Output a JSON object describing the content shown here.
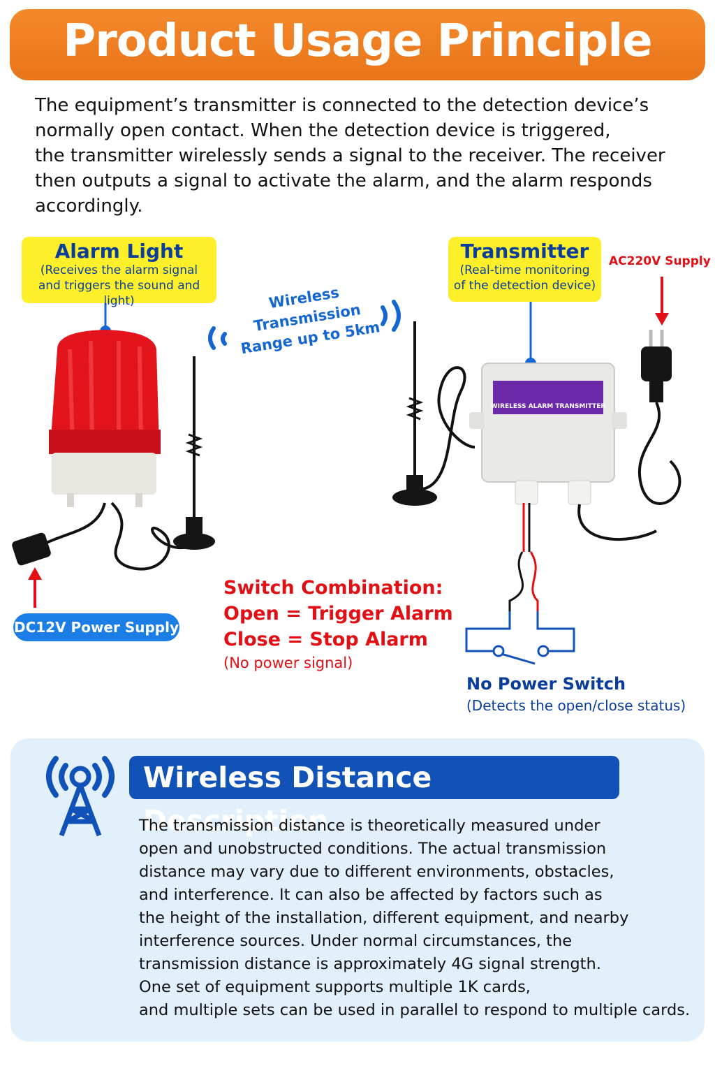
{
  "header": {
    "title": "Product Usage Principle"
  },
  "intro": {
    "lines": [
      "The equipment’s transmitter is connected to the detection device’s",
      "normally open contact. When the detection device is triggered,",
      "the transmitter wirelessly sends a signal to the receiver. The receiver",
      "then outputs a signal to activate the alarm, and the alarm responds",
      "accordingly."
    ]
  },
  "alarm_light": {
    "title": "Alarm Light",
    "sub1": "(Receives the alarm signal",
    "sub2": "and triggers the sound and light)"
  },
  "transmitter": {
    "title": "Transmitter",
    "sub1": "(Real-time monitoring",
    "sub2": "of the detection device)",
    "device_label": "WIRELESS ALARM TRANSMITTER"
  },
  "ac_supply": "AC220V Supply",
  "wireless": {
    "line1": "Wireless",
    "line2": "Transmission",
    "line3": "Range up to 5km"
  },
  "dc_supply": "DC12V Power Supply",
  "switch_combo": {
    "line1": "Switch Combination:",
    "line2": "Open = Trigger Alarm",
    "line3": "Close = Stop Alarm",
    "note": "(No power signal)"
  },
  "no_power_switch": {
    "title": "No Power Switch",
    "sub": "(Detects the open/close status)"
  },
  "distance": {
    "title": "Wireless Distance Description",
    "lines": [
      "The transmission distance is theoretically measured under",
      "open and unobstructed conditions. The actual transmission",
      "distance may vary due to different environments, obstacles,",
      "and interference. It can also be affected by factors such as",
      "the height of the installation, different equipment, and nearby",
      "interference sources. Under normal circumstances, the",
      "transmission distance is approximately 4G signal strength.",
      "One set of equipment supports multiple 1K cards,",
      "and multiple sets can be used in parallel to respond to multiple cards."
    ]
  },
  "colors": {
    "orange": "#ee7d20",
    "navy": "#0b3e9a",
    "blue": "#1466d2",
    "red": "#e20f15",
    "yellow": "#fdf02a"
  }
}
